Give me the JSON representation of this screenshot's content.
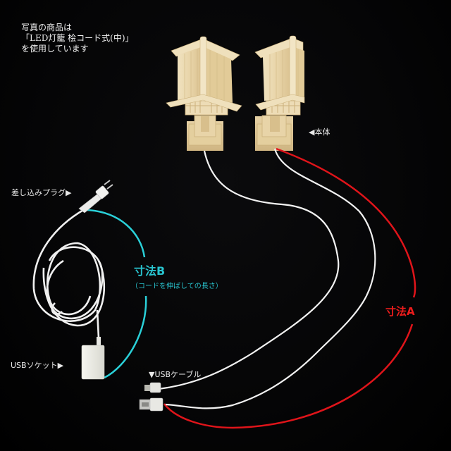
{
  "note": {
    "line1": "写真の商品は",
    "line2": "「LED灯籠 桧コード式(中)」",
    "line3": "を使用しています"
  },
  "labels": {
    "body": "◀本体",
    "plug": "差し込みプラグ▶",
    "usb_socket": "USBソケット▶",
    "usb_cable": "▼USBケーブル"
  },
  "dimensions": {
    "a_label": "寸法A",
    "b_label": "寸法B",
    "b_caption": "（コードを伸ばしての長さ）"
  },
  "colors": {
    "background": "#000000",
    "dimension_a": "#ee1c1c",
    "dimension_b": "#29c4cf",
    "cable": "#f2f2f2",
    "wood": "#e9d6ad"
  }
}
